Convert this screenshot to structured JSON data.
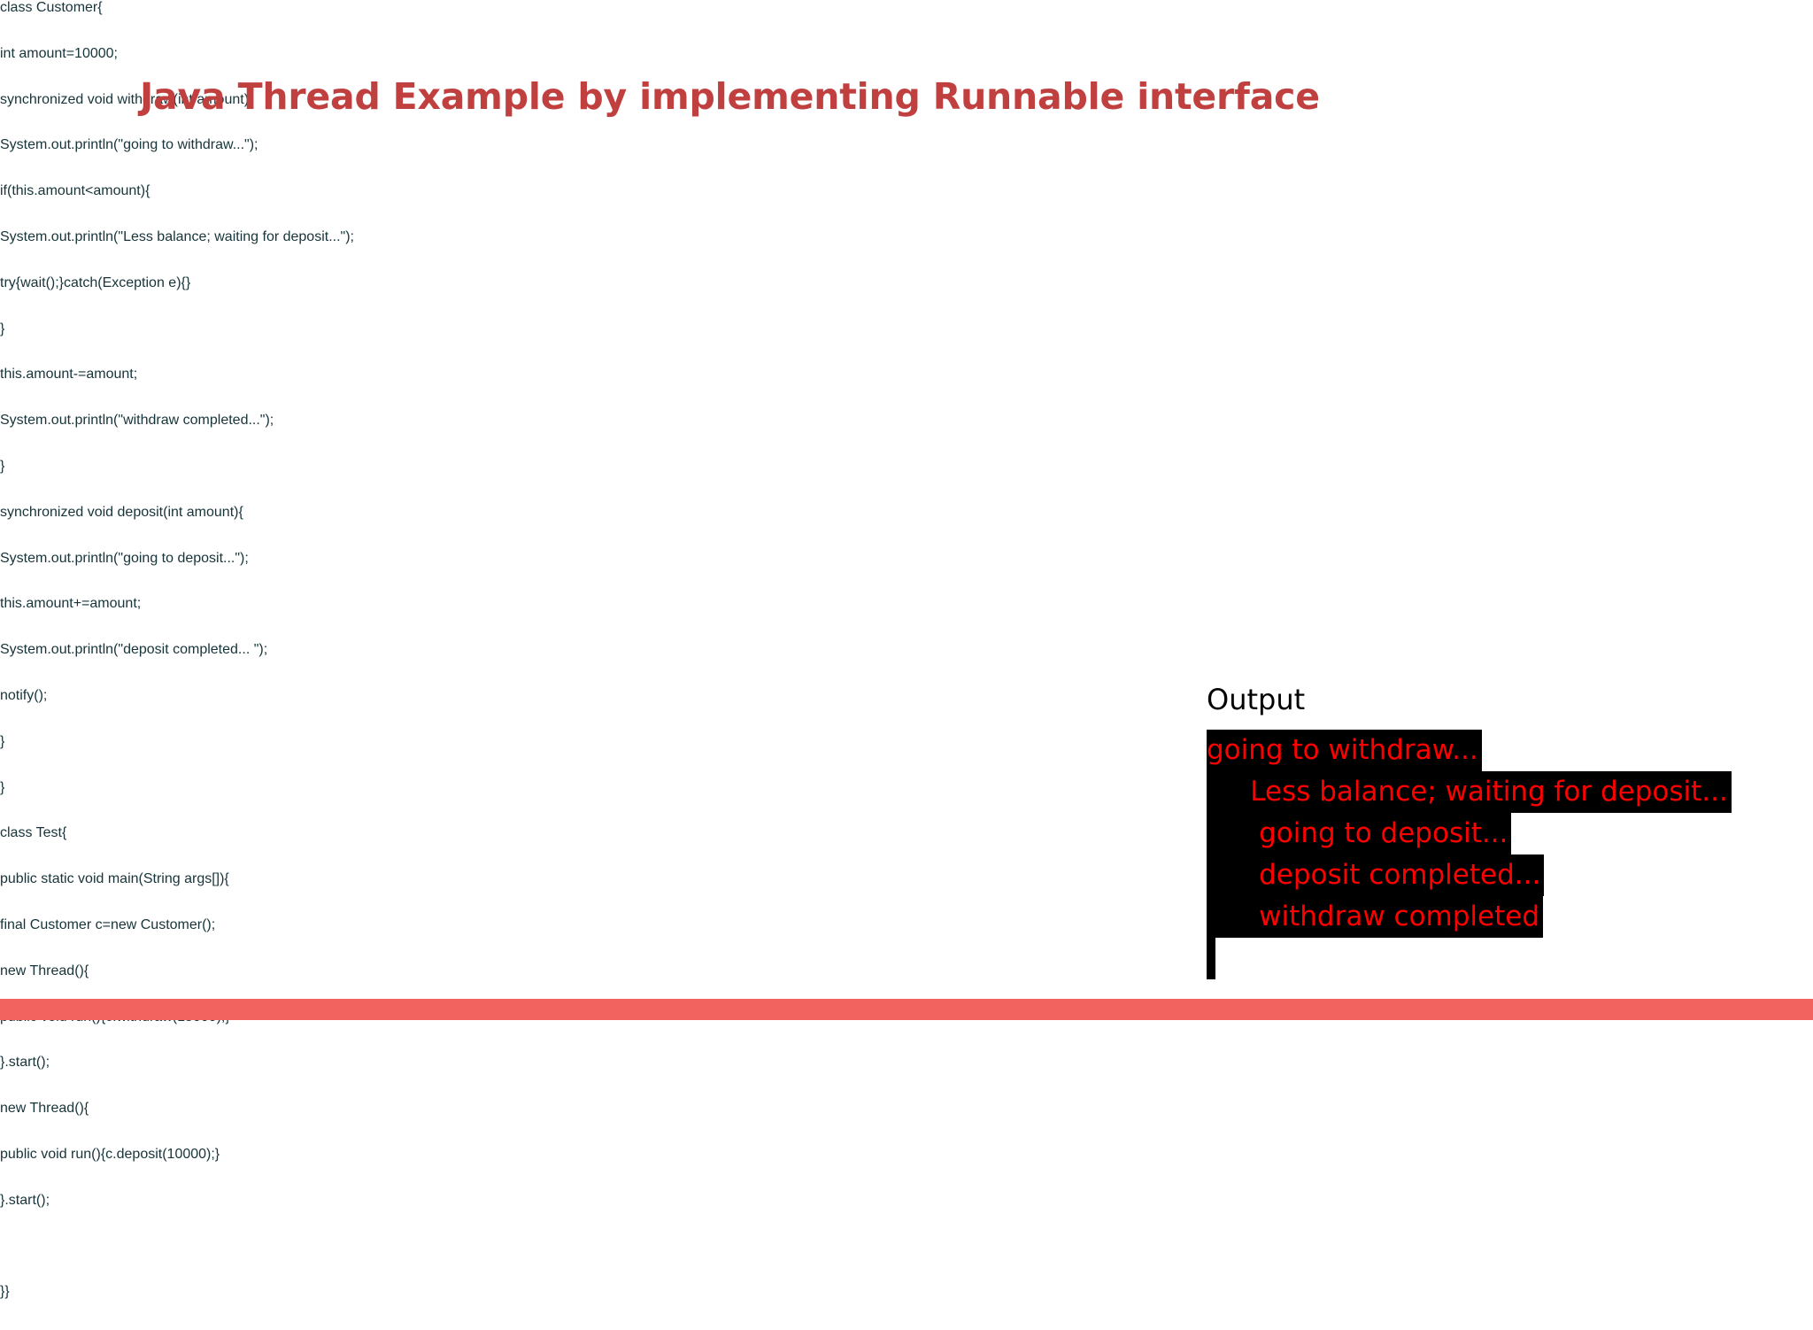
{
  "slide": {
    "title": "Java Thread Example by implementing Runnable interface",
    "title_color": "#c0403f",
    "background_color": "#ffffff",
    "accent_bar_color": "#f2625f",
    "code_text_color": "#17343a"
  },
  "code_left": {
    "lines": [
      "class Customer{",
      "int amount=10000;",
      "synchronized void withdraw(int amount){",
      "System.out.println(\"going to withdraw...\");",
      "if(this.amount<amount){",
      "System.out.println(\"Less balance; waiting for deposit...\");",
      "try{wait();}catch(Exception e){}",
      "}",
      "this.amount-=amount;",
      "System.out.println(\"withdraw completed...\");",
      "}",
      "synchronized void deposit(int amount){",
      "System.out.println(\"going to deposit...\");",
      "this.amount+=amount;",
      "System.out.println(\"deposit completed... \");",
      "notify();",
      "}",
      "}"
    ]
  },
  "code_right": {
    "lines": [
      "class Test{",
      "public static void main(String args[]){",
      "final Customer c=new Customer();",
      "new Thread(){",
      "public void run(){c.withdraw(15000);}",
      "}.start();",
      "new Thread(){",
      "public void run(){c.deposit(10000);}",
      "}.start();",
      "",
      "}}"
    ]
  },
  "output": {
    "label": "Output",
    "console_bg_color": "#000000",
    "console_text_color": "#ff0000",
    "lines": [
      "going to withdraw...",
      "     Less balance; waiting for deposit...",
      "      going to deposit...",
      "      deposit completed...",
      "      withdraw completed",
      " "
    ]
  }
}
